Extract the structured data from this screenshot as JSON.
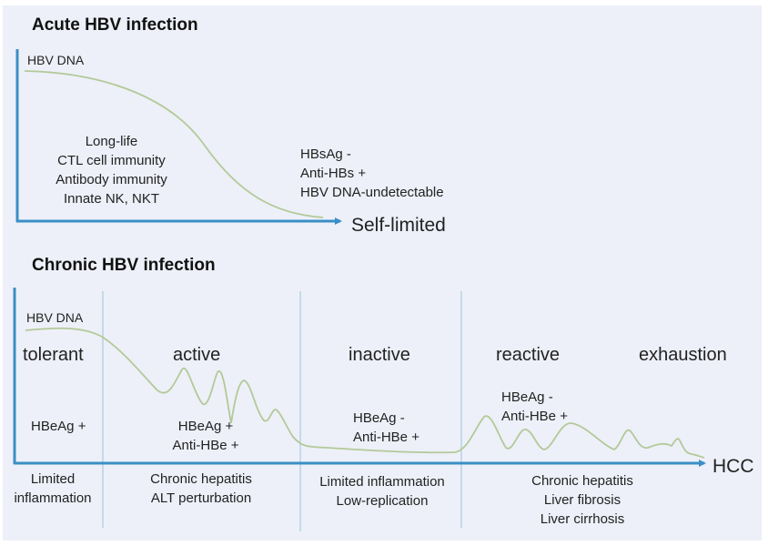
{
  "acute": {
    "title": "Acute HBV infection",
    "y_label": "HBV DNA",
    "outcome": "Self-limited",
    "immunity_lines": [
      "Long-life",
      "CTL cell immunity",
      "Antibody immunity",
      "Innate NK, NKT"
    ],
    "serology_lines": [
      "HBsAg -",
      "Anti-HBs +",
      "HBV DNA-undetectable"
    ]
  },
  "chronic": {
    "title": "Chronic  HBV infection",
    "y_label": "HBV DNA",
    "outcome": "HCC",
    "phases": [
      {
        "name": "tolerant",
        "serology": [
          "HBeAg +"
        ],
        "pathology": [
          "Limited",
          "inflammation"
        ]
      },
      {
        "name": "active",
        "serology": [
          "HBeAg +",
          "Anti-HBe +"
        ],
        "pathology": [
          "Chronic hepatitis",
          "ALT perturbation"
        ]
      },
      {
        "name": "inactive",
        "serology": [
          "HBeAg -",
          "Anti-HBe +"
        ],
        "pathology": [
          "Limited inflammation",
          "Low-replication"
        ]
      },
      {
        "name": "reactive",
        "serology": [
          "HBeAg -",
          "Anti-HBe +"
        ],
        "pathology": [
          "Chronic hepatitis",
          "Liver fibrosis",
          "Liver cirrhosis"
        ]
      },
      {
        "name": "exhaustion",
        "serology": [],
        "pathology": []
      }
    ]
  },
  "colors": {
    "background": "#edf0f8",
    "axis": "#3a8fc6",
    "curve": "#b3c999",
    "divider": "#9cc3dc",
    "text": "#222222"
  }
}
